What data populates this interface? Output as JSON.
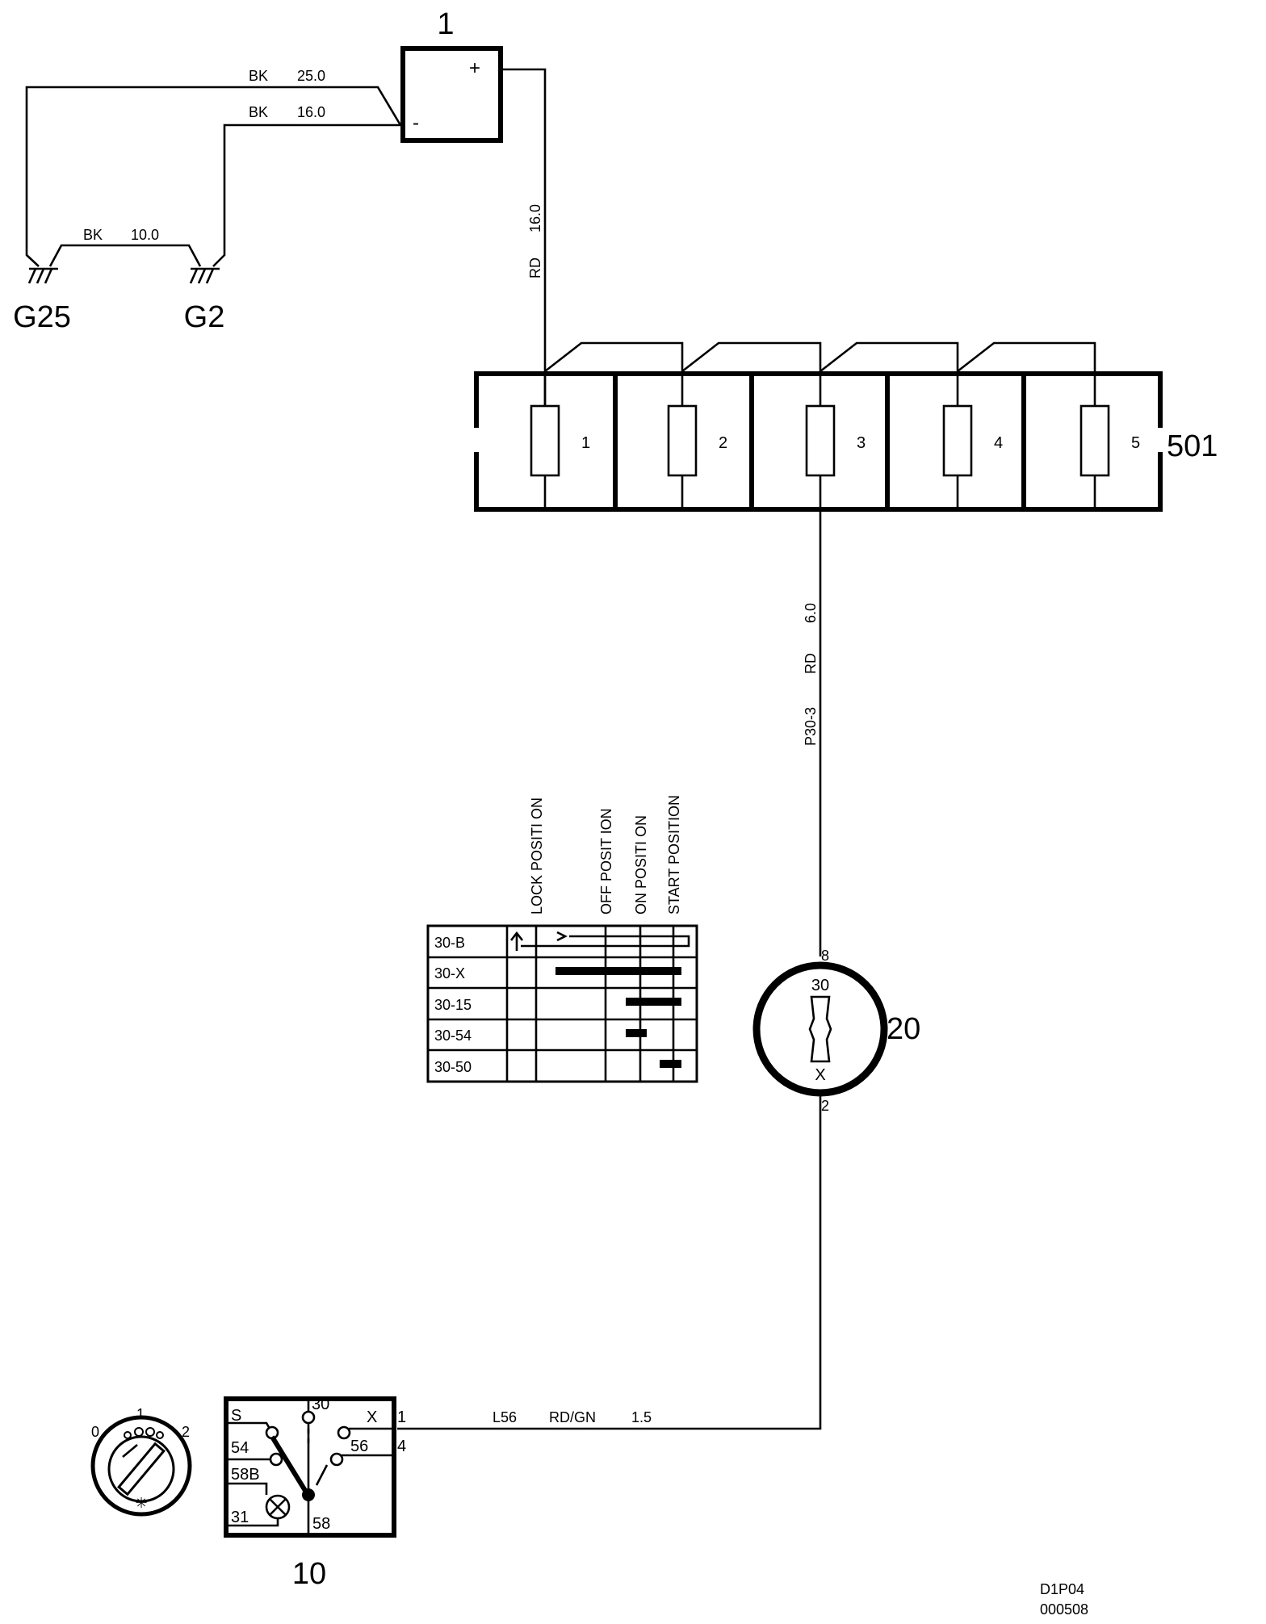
{
  "components": {
    "battery": {
      "id": "1",
      "plus": "+",
      "minus": "-"
    },
    "fuse_box": {
      "id": "501",
      "fuses": [
        "1",
        "2",
        "3",
        "4",
        "5"
      ]
    },
    "ignition_switch": {
      "id": "20",
      "pin_in": "8",
      "pin_out": "2",
      "term_top": "30",
      "term_bottom": "X"
    },
    "light_switch": {
      "id": "10",
      "terminals": [
        "S",
        "30",
        "X",
        "54",
        "56",
        "58B",
        "31",
        "58"
      ],
      "pins": [
        "1",
        "4"
      ]
    },
    "knob": {
      "positions": [
        "0",
        "1",
        "2"
      ]
    }
  },
  "grounds": [
    "G25",
    "G2"
  ],
  "wires": {
    "bat_neg_g25": {
      "color": "BK",
      "size": "25.0"
    },
    "bat_neg_g2": {
      "color": "BK",
      "size": "16.0"
    },
    "g25_g2": {
      "color": "BK",
      "size": "10.0"
    },
    "bat_pos_fuse": {
      "color": "RD",
      "size": "16.0"
    },
    "fuse3_ign": {
      "id": "P30-3",
      "color": "RD",
      "size": "6.0"
    },
    "ign_light": {
      "id": "L56",
      "color": "RD/GN",
      "size": "1.5"
    }
  },
  "switch_table": {
    "columns": [
      "LOCK POSITI ON",
      "OFF POSIT ION",
      "ON POSITI ON",
      "START POSITION"
    ],
    "rows": [
      "30-B",
      "30-X",
      "30-15",
      "30-54",
      "30-50"
    ]
  },
  "footer": {
    "code": "D1P04",
    "date": "000508"
  }
}
